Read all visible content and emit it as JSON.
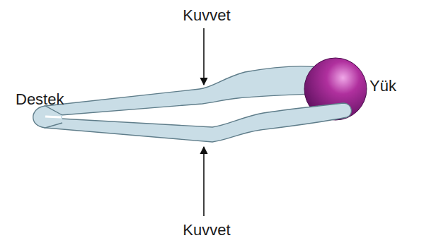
{
  "diagram": {
    "labels": [
      "Kuvvet",
      "Destek",
      "Yük",
      "Kuvvet"
    ]
  }
}
